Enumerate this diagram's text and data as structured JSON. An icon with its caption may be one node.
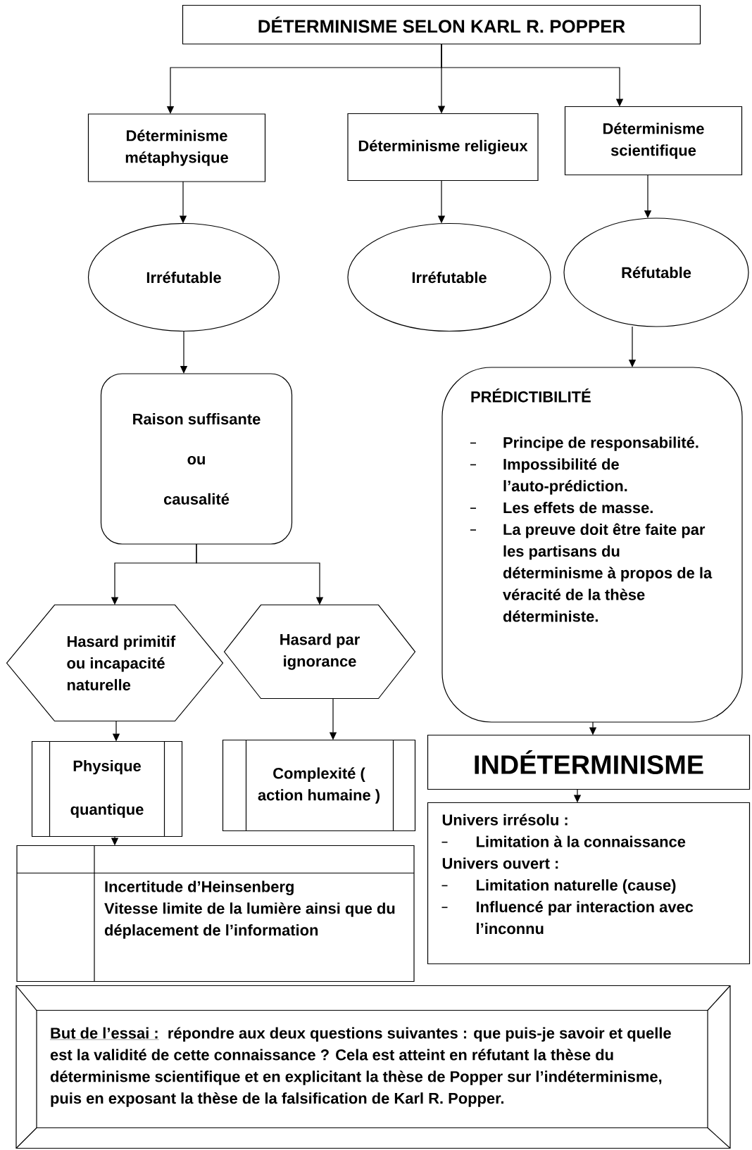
{
  "diagram": {
    "nodes": [
      {
        "text": [
          "DÉTERMINISME SELON KARL R. POPPER"
        ]
      },
      {
        "text": [
          "Déterminisme métaphysique"
        ]
      },
      {
        "text": [
          "Déterminisme religieux"
        ]
      },
      {
        "text": [
          "Déterminisme scientifique"
        ]
      },
      {
        "text": [
          "Irréfutable"
        ]
      },
      {
        "text": [
          "Irréfutable"
        ]
      },
      {
        "text": [
          "Réfutable"
        ]
      },
      {
        "text": [
          "Raison suffisante",
          "ou",
          "causalité"
        ]
      },
      {
        "text": [
          "PRÉDICTIBILITÉ",
          "Principe de responsabilité.",
          "Impossibilité de l’auto-prédiction.",
          "Les effets de masse.",
          "La preuve doit être faite par les partisans du déterminisme à propos de la véracité de la thèse déterministe."
        ]
      },
      {
        "text": [
          "Hasard primitif ou incapacité naturelle"
        ]
      },
      {
        "text": [
          "Hasard par ignorance"
        ]
      },
      {
        "text": [
          "Physique quantique"
        ]
      },
      {
        "text": [
          "Complexité ( action humaine )"
        ]
      },
      {
        "text": [
          "INDÉTERMINISME"
        ]
      },
      {
        "text": [
          "Univers irrésolu :",
          "Limitation à la connaissance",
          "Univers ouvert :",
          "Limitation naturelle (cause)",
          "Influencé par interaction avec l’inconnu"
        ]
      },
      {
        "text": [
          "Incertitude d’Heinsenberg",
          "Vitesse limite de la lumière ainsi que du déplacement de l’information"
        ]
      },
      {
        "text": [
          "But de l’essai :",
          "répondre aux deux questions suivantes : que puis-je savoir et quelle est la validité de cette connaissance ? Cela est atteint en réfutant la thèse du déterminisme scientifique et en explicitant la thèse de Popper sur l’indéterminisme, puis en exposant la thèse de la falsification de Karl R. Popper."
        ]
      }
    ],
    "edges": [
      {
        "from": 0,
        "to": 1,
        "arrow": "to"
      },
      {
        "from": 0,
        "to": 2,
        "arrow": "to"
      },
      {
        "from": 0,
        "to": 3,
        "arrow": "to"
      },
      {
        "from": 1,
        "to": 4,
        "arrow": "to"
      },
      {
        "from": 2,
        "to": 5,
        "arrow": "to"
      },
      {
        "from": 3,
        "to": 6,
        "arrow": "to"
      },
      {
        "from": 4,
        "to": 7,
        "arrow": "to"
      },
      {
        "from": 6,
        "to": 8,
        "arrow": "to"
      },
      {
        "from": 7,
        "to": 9,
        "arrow": "to"
      },
      {
        "from": 7,
        "to": 10,
        "arrow": "to"
      },
      {
        "from": 9,
        "to": 11,
        "arrow": "to"
      },
      {
        "from": 10,
        "to": 12,
        "arrow": "to"
      },
      {
        "from": 11,
        "to": 15,
        "arrow": "to"
      },
      {
        "from": 8,
        "to": 13,
        "arrow": "to"
      },
      {
        "from": 13,
        "to": 14,
        "arrow": "to"
      }
    ]
  }
}
